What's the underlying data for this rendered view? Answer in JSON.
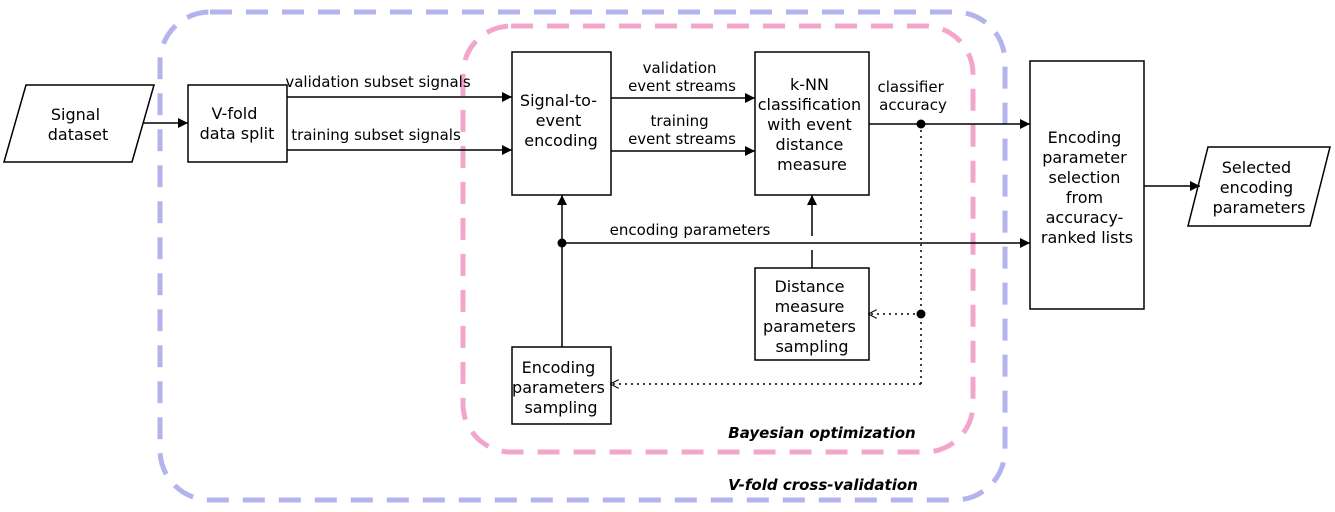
{
  "inputs": {
    "signal_dataset": [
      "Signal",
      "dataset"
    ]
  },
  "outputs": {
    "selected_parameters": [
      "Selected",
      "encoding",
      "parameters"
    ]
  },
  "blocks": {
    "vfold_split": [
      "V-fold",
      "data split"
    ],
    "signal_to_event": [
      "Signal-to-",
      "event",
      "encoding"
    ],
    "knn": [
      "k-NN",
      "classification",
      "with event",
      "distance",
      "measure"
    ],
    "param_selection": [
      "Encoding",
      "parameter",
      "selection",
      "from",
      "accuracy-",
      "ranked lists"
    ],
    "distance_sampling": [
      "Distance",
      "measure",
      "parameters",
      "sampling"
    ],
    "encoding_sampling": [
      "Encoding",
      "parameters",
      "sampling"
    ]
  },
  "edges": {
    "validation_subset": "validation subset signals",
    "training_subset": "training subset signals",
    "validation_streams": [
      "validation",
      "event streams"
    ],
    "training_streams": [
      "training",
      "event streams"
    ],
    "classifier_accuracy": [
      "classifier",
      "accuracy"
    ],
    "encoding_parameters": "encoding parameters"
  },
  "regions": {
    "bayesian": "Bayesian optimization",
    "crossval": "V-fold cross-validation"
  },
  "colors": {
    "crossval_border": "#b3b3ee",
    "bayesian_border": "#f2a6cb",
    "stroke": "#000000"
  }
}
